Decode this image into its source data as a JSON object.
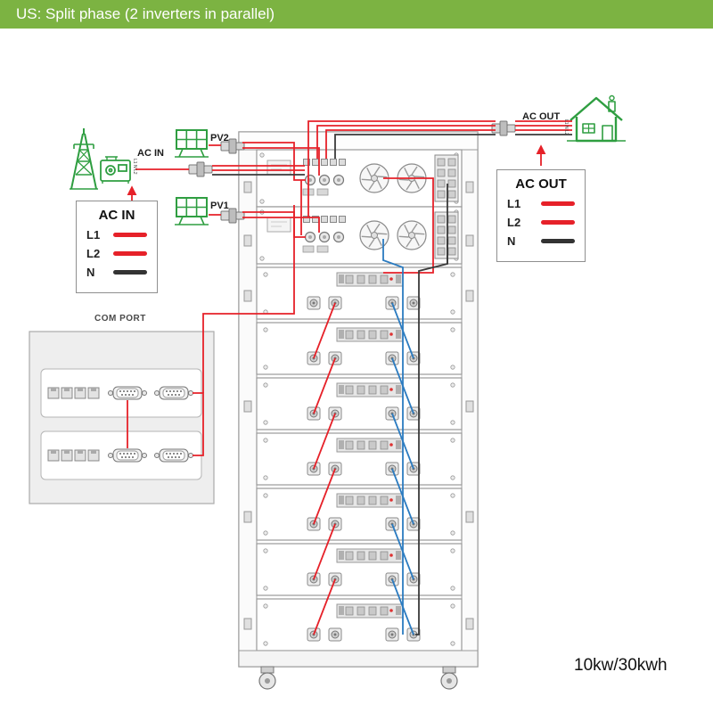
{
  "header": {
    "title": "US: Split phase (2 inverters in parallel)"
  },
  "labels": {
    "ac_in_wire": "AC IN",
    "ac_out_wire": "AC OUT",
    "pv1": "PV1",
    "pv2": "PV2",
    "com_port": "COM PORT",
    "capacity": "10kw/30kwh",
    "wire_marker": "L1 N L2"
  },
  "ac_in_legend": {
    "title": "AC IN",
    "rows": [
      {
        "label": "L1",
        "color": "#e62129"
      },
      {
        "label": "L2",
        "color": "#e62129"
      },
      {
        "label": "N",
        "color": "#333333"
      }
    ]
  },
  "ac_out_legend": {
    "title": "AC OUT",
    "rows": [
      {
        "label": "L1",
        "color": "#e62129"
      },
      {
        "label": "L2",
        "color": "#e62129"
      },
      {
        "label": "N",
        "color": "#333333"
      }
    ]
  },
  "colors": {
    "header_bg": "#7cb342",
    "wire_red": "#e62129",
    "wire_blue": "#2b7bc0",
    "wire_black": "#3a3a3a",
    "icon_green": "#2f9e41"
  }
}
